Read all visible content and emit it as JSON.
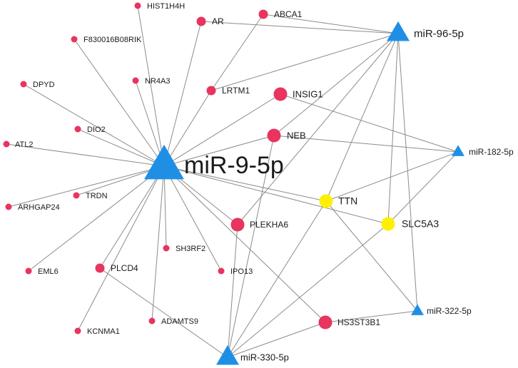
{
  "colors": {
    "gene": "#e8345f",
    "hub_gene": "#ffef00",
    "mirna": "#1f8fe6",
    "edge": "#8c8c8c",
    "text": "#1a1a1a"
  },
  "nodes": [
    {
      "id": "HIST1H4H",
      "label": "HIST1H4H",
      "kind": "gene",
      "size": "small"
    },
    {
      "id": "F830016B08RIK",
      "label": "F830016B08RIK",
      "kind": "gene",
      "size": "small"
    },
    {
      "id": "DPYD",
      "label": "DPYD",
      "kind": "gene",
      "size": "small"
    },
    {
      "id": "NR4A3",
      "label": "NR4A3",
      "kind": "gene",
      "size": "small"
    },
    {
      "id": "DIO2",
      "label": "DIO2",
      "kind": "gene",
      "size": "small"
    },
    {
      "id": "ATL2",
      "label": "ATL2",
      "kind": "gene",
      "size": "small"
    },
    {
      "id": "TRDN",
      "label": "TRDN",
      "kind": "gene",
      "size": "small"
    },
    {
      "id": "ARHGAP24",
      "label": "ARHGAP24",
      "kind": "gene",
      "size": "small"
    },
    {
      "id": "EML6",
      "label": "EML6",
      "kind": "gene",
      "size": "small"
    },
    {
      "id": "KCNMA1",
      "label": "KCNMA1",
      "kind": "gene",
      "size": "small"
    },
    {
      "id": "ADAMTS9",
      "label": "ADAMTS9",
      "kind": "gene",
      "size": "small"
    },
    {
      "id": "SH3RF2",
      "label": "SH3RF2",
      "kind": "gene",
      "size": "small"
    },
    {
      "id": "IPO13",
      "label": "IPO13",
      "kind": "gene",
      "size": "small"
    },
    {
      "id": "AR",
      "label": "AR",
      "kind": "gene",
      "size": "medium"
    },
    {
      "id": "ABCA1",
      "label": "ABCA1",
      "kind": "gene",
      "size": "medium"
    },
    {
      "id": "LRTM1",
      "label": "LRTM1",
      "kind": "gene",
      "size": "medium"
    },
    {
      "id": "INSIG1",
      "label": "INSIG1",
      "kind": "gene",
      "size": "large"
    },
    {
      "id": "NEB",
      "label": "NEB",
      "kind": "gene",
      "size": "large"
    },
    {
      "id": "PLEKHA6",
      "label": "PLEKHA6",
      "kind": "gene",
      "size": "large"
    },
    {
      "id": "PLCD4",
      "label": "PLCD4",
      "kind": "gene",
      "size": "medium"
    },
    {
      "id": "HS3ST3B1",
      "label": "HS3ST3B1",
      "kind": "gene",
      "size": "large"
    },
    {
      "id": "TTN",
      "label": "TTN",
      "kind": "hub_gene",
      "size": "large"
    },
    {
      "id": "SLC5A3",
      "label": "SLC5A3",
      "kind": "hub_gene",
      "size": "large"
    },
    {
      "id": "miR-9-5p",
      "label": "miR-9-5p",
      "kind": "mirna",
      "size": "xlarge"
    },
    {
      "id": "miR-96-5p",
      "label": "miR-96-5p",
      "kind": "mirna",
      "size": "large"
    },
    {
      "id": "miR-182-5p",
      "label": "miR-182-5p",
      "kind": "mirna",
      "size": "medium"
    },
    {
      "id": "miR-322-5p",
      "label": "miR-322-5p",
      "kind": "mirna",
      "size": "medium"
    },
    {
      "id": "miR-330-5p",
      "label": "miR-330-5p",
      "kind": "mirna",
      "size": "large"
    }
  ],
  "edges": [
    [
      "miR-9-5p",
      "HIST1H4H"
    ],
    [
      "miR-9-5p",
      "F830016B08RIK"
    ],
    [
      "miR-9-5p",
      "DPYD"
    ],
    [
      "miR-9-5p",
      "NR4A3"
    ],
    [
      "miR-9-5p",
      "DIO2"
    ],
    [
      "miR-9-5p",
      "ATL2"
    ],
    [
      "miR-9-5p",
      "TRDN"
    ],
    [
      "miR-9-5p",
      "ARHGAP24"
    ],
    [
      "miR-9-5p",
      "EML6"
    ],
    [
      "miR-9-5p",
      "KCNMA1"
    ],
    [
      "miR-9-5p",
      "ADAMTS9"
    ],
    [
      "miR-9-5p",
      "SH3RF2"
    ],
    [
      "miR-9-5p",
      "IPO13"
    ],
    [
      "miR-9-5p",
      "AR"
    ],
    [
      "miR-9-5p",
      "LRTM1"
    ],
    [
      "miR-9-5p",
      "INSIG1"
    ],
    [
      "miR-9-5p",
      "NEB"
    ],
    [
      "miR-9-5p",
      "PLEKHA6"
    ],
    [
      "miR-9-5p",
      "PLCD4"
    ],
    [
      "miR-9-5p",
      "HS3ST3B1"
    ],
    [
      "miR-9-5p",
      "TTN"
    ],
    [
      "miR-9-5p",
      "SLC5A3"
    ],
    [
      "miR-96-5p",
      "AR"
    ],
    [
      "miR-96-5p",
      "ABCA1"
    ],
    [
      "miR-96-5p",
      "LRTM1"
    ],
    [
      "miR-96-5p",
      "NEB"
    ],
    [
      "miR-96-5p",
      "PLEKHA6"
    ],
    [
      "miR-96-5p",
      "TTN"
    ],
    [
      "miR-96-5p",
      "SLC5A3"
    ],
    [
      "miR-96-5p",
      "miR-322-5p"
    ],
    [
      "ABCA1",
      "LRTM1"
    ],
    [
      "miR-182-5p",
      "INSIG1"
    ],
    [
      "miR-182-5p",
      "NEB"
    ],
    [
      "miR-182-5p",
      "TTN"
    ],
    [
      "miR-182-5p",
      "SLC5A3"
    ],
    [
      "miR-322-5p",
      "TTN"
    ],
    [
      "miR-322-5p",
      "HS3ST3B1"
    ],
    [
      "miR-330-5p",
      "NEB"
    ],
    [
      "miR-330-5p",
      "PLEKHA6"
    ],
    [
      "miR-330-5p",
      "TTN"
    ],
    [
      "miR-330-5p",
      "SLC5A3"
    ],
    [
      "miR-330-5p",
      "HS3ST3B1"
    ],
    [
      "miR-330-5p",
      "PLCD4"
    ]
  ]
}
